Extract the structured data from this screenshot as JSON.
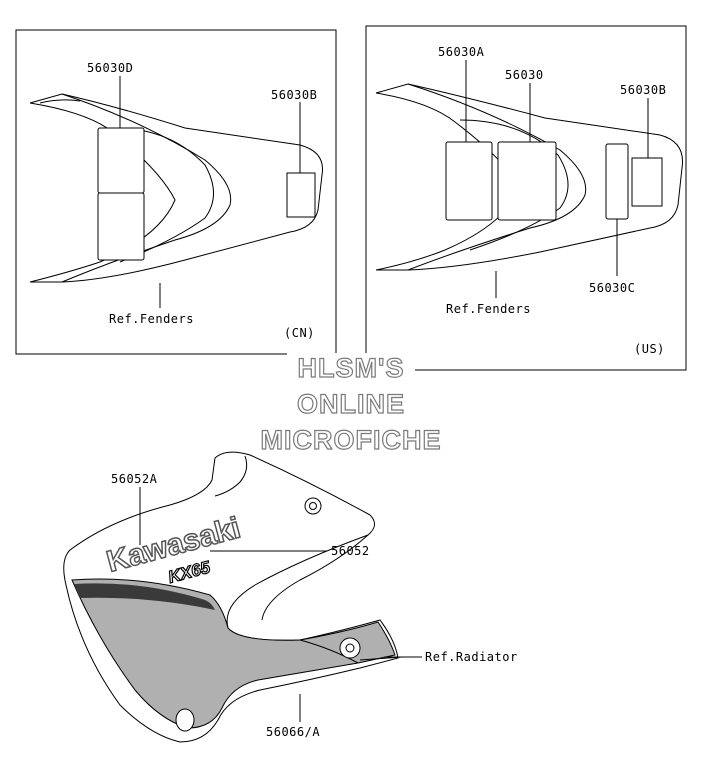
{
  "panels": {
    "cn": {
      "region_label": "(CN)",
      "parts": {
        "decal_d": "56030D",
        "decal_b": "56030B"
      },
      "ref_label": "Ref.Fenders"
    },
    "us": {
      "region_label": "(US)",
      "parts": {
        "decal_a": "56030A",
        "decal": "56030",
        "decal_b": "56030B",
        "decal_c": "56030C"
      },
      "ref_label": "Ref.Fenders"
    }
  },
  "watermark": {
    "line1": "HLSM'S",
    "line2": "ONLINE",
    "line3": "MICROFICHE"
  },
  "shroud": {
    "logo_text": "Kawasaki",
    "model_text": "KX65",
    "parts": {
      "emblem_a": "56052A",
      "emblem": "56052",
      "shroud_decal": "56066/A"
    },
    "ref_label": "Ref.Radiator"
  }
}
